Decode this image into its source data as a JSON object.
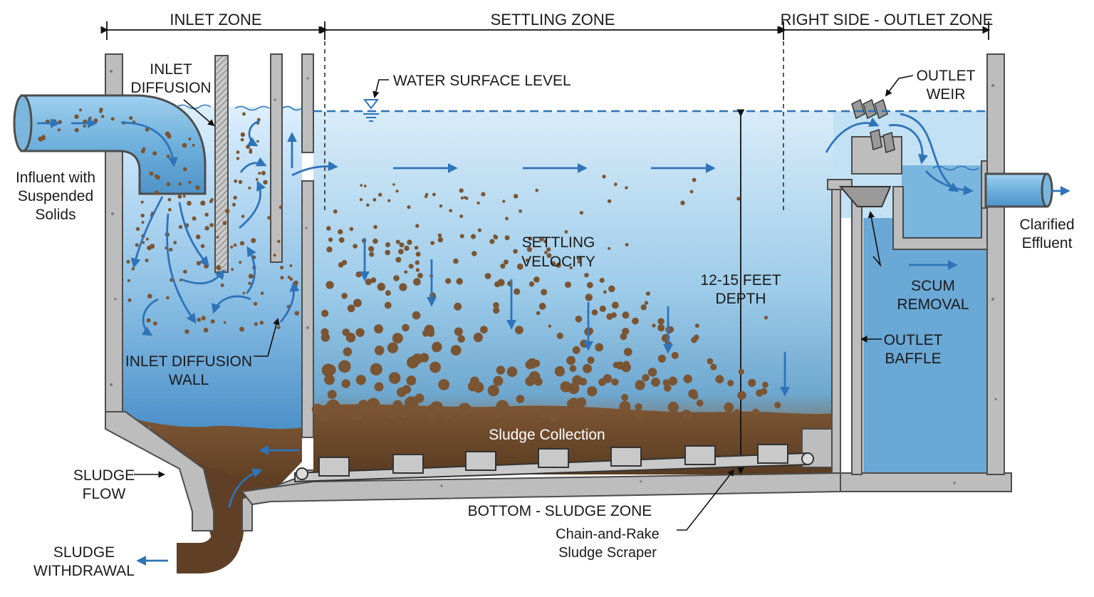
{
  "zones": {
    "inlet": "INLET ZONE",
    "settling": "SETTLING ZONE",
    "outlet": "RIGHT SIDE - OUTLET ZONE"
  },
  "labels": {
    "inlet_diffusion_1": "INLET",
    "inlet_diffusion_2": "DIFFUSION",
    "influent_1": "Influent with",
    "influent_2": "Suspended",
    "influent_3": "Solids",
    "water_surface": "WATER SURFACE LEVEL",
    "settling_velocity_1": "SETTLING",
    "settling_velocity_2": "VELOCITY",
    "depth_1": "12-15 FEET",
    "depth_2": "DEPTH",
    "outlet_weir_1": "OUTLET",
    "outlet_weir_2": "WEIR",
    "clarified_1": "Clarified",
    "clarified_2": "Effluent",
    "scum_1": "SCUM",
    "scum_2": "REMOVAL",
    "outlet_baffle_1": "OUTLET",
    "outlet_baffle_2": "BAFFLE",
    "inlet_wall_1": "INLET DIFFUSION",
    "inlet_wall_2": "WALL",
    "sludge_collection": "Sludge Collection",
    "sludge_flow_1": "SLUDGE",
    "sludge_flow_2": "FLOW",
    "bottom_zone": "BOTTOM - SLUDGE ZONE",
    "scraper_1": "Chain-and-Rake",
    "scraper_2": "Sludge Scraper",
    "withdrawal_1": "SLUDGE",
    "withdrawal_2": "WITHDRAWAL"
  },
  "colors": {
    "water_top": "#d6ebf7",
    "water_bottom": "#4f97cf",
    "concrete": "#b8b8b8",
    "concrete_edge": "#555555",
    "sludge": "#6b4a2b",
    "particle": "#7a5533",
    "flow_arrow": "#2f73b8",
    "surface_line": "#2f73b8"
  }
}
